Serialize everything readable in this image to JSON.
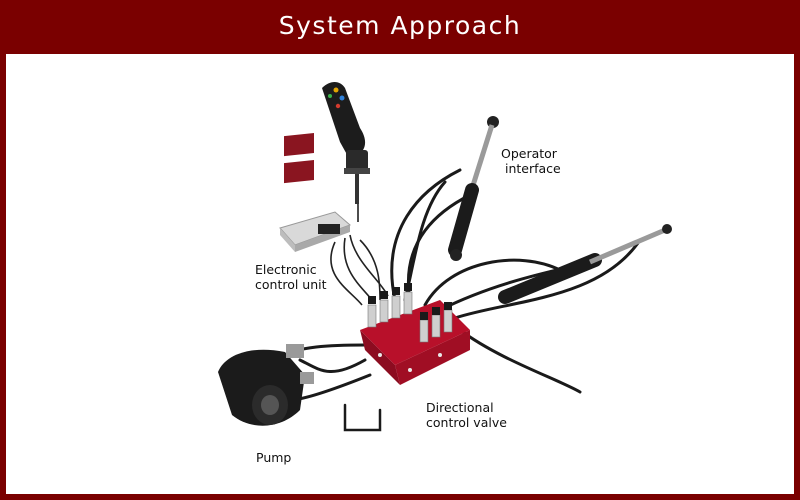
{
  "header": {
    "title": "System Approach"
  },
  "labels": {
    "operator_interface": [
      "Operator",
      "interface"
    ],
    "electronic_control_unit": [
      "Electronic",
      "control unit"
    ],
    "directional_control_valve": [
      "Directional",
      "control valve"
    ],
    "pump": "Pump"
  },
  "colors": {
    "brand": "#7a0000",
    "valve_red": "#b8102a",
    "background": "#ffffff"
  }
}
